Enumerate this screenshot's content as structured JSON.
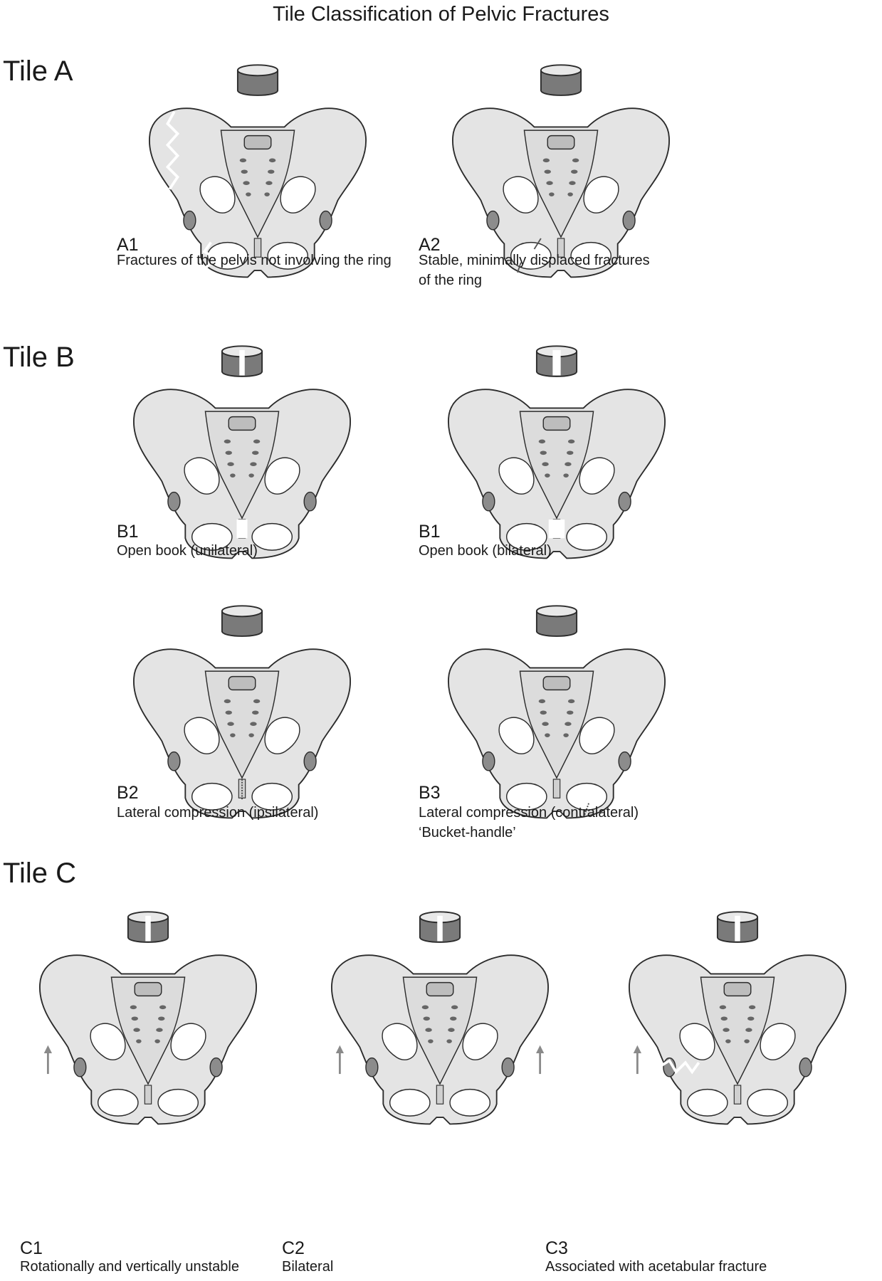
{
  "title": "Tile Classification of Pelvic Fractures",
  "sections": [
    {
      "label": "Tile A"
    },
    {
      "label": "Tile B"
    },
    {
      "label": "Tile C"
    }
  ],
  "panels": [
    {
      "code": "A1",
      "desc": "Fractures of the pelvis not involving the ring"
    },
    {
      "code": "A2",
      "desc": "Stable, minimally displaced fractures\nof  the ring"
    },
    {
      "code": "B1",
      "desc": "Open book (unilateral)"
    },
    {
      "code": "B1",
      "desc": "Open book (bilateral)"
    },
    {
      "code": "B2",
      "desc": "Lateral compression (ipsilateral)"
    },
    {
      "code": "B3",
      "desc": "Lateral compression (contralateral)\n‘Bucket-handle’"
    },
    {
      "code": "C1",
      "desc": "Rotationally and vertically unstable"
    },
    {
      "code": "C2",
      "desc": "Bilateral"
    },
    {
      "code": "C3",
      "desc": "Associated with acetabular fracture"
    }
  ],
  "colors": {
    "bone": "#e4e4e4",
    "outline": "#2b2b2b",
    "ring": "#7a7a7a",
    "fracture": "#ffffff",
    "arrow": "#8a8a8a"
  }
}
